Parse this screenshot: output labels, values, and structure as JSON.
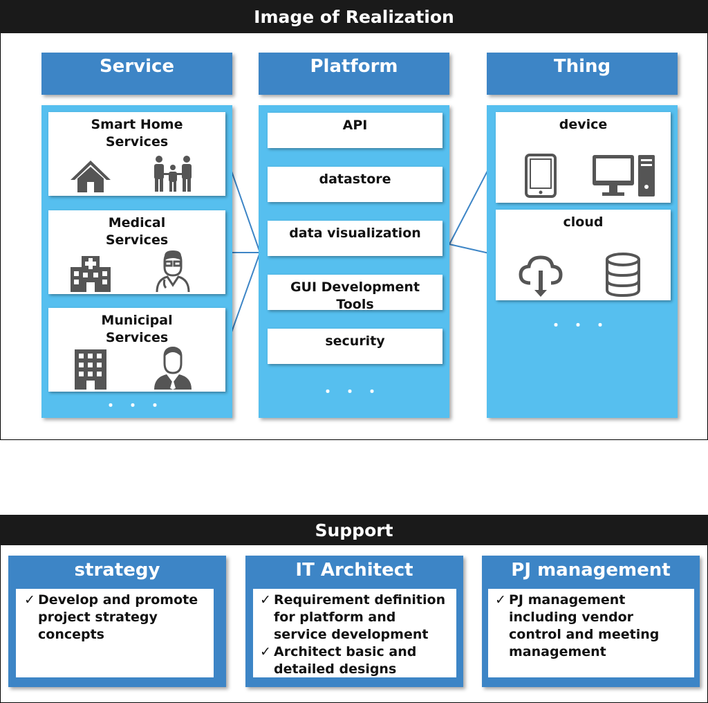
{
  "realization": {
    "title": "Image of Realization",
    "columns": {
      "service": {
        "header": "Service",
        "cards": [
          {
            "title": "Smart Home Services",
            "icons": [
              "house-icon",
              "family-icon"
            ]
          },
          {
            "title": "Medical Services",
            "icons": [
              "hospital-icon",
              "doctor-icon"
            ]
          },
          {
            "title": "Municipal Services",
            "icons": [
              "office-building-icon",
              "businessman-icon"
            ]
          }
        ],
        "more": "・・・"
      },
      "platform": {
        "header": "Platform",
        "items": [
          "API",
          "datastore",
          "data visualization",
          "GUI Development Tools",
          "security"
        ],
        "more": "・・・"
      },
      "thing": {
        "header": "Thing",
        "cards": [
          {
            "title": "device",
            "icons": [
              "tablet-icon",
              "desktop-computer-icon"
            ]
          },
          {
            "title": "cloud",
            "icons": [
              "cloud-upload-icon",
              "database-icon"
            ]
          }
        ],
        "more": "・・・"
      }
    }
  },
  "support": {
    "title": "Support",
    "sections": [
      {
        "header": "strategy",
        "items": [
          "Develop and promote project strategy concepts"
        ]
      },
      {
        "header": "IT Architect",
        "items": [
          "Requirement definition for platform and service development",
          "Architect basic and detailed designs"
        ]
      },
      {
        "header": "PJ management",
        "items": [
          "PJ management including vendor control and meeting management"
        ]
      }
    ],
    "check_mark": "✓"
  },
  "colors": {
    "banner": "#1a1a1a",
    "header_blue": "#3d85c6",
    "column_blue": "#56bfef",
    "icon_gray": "#555555",
    "connector": "#3d85c6"
  }
}
